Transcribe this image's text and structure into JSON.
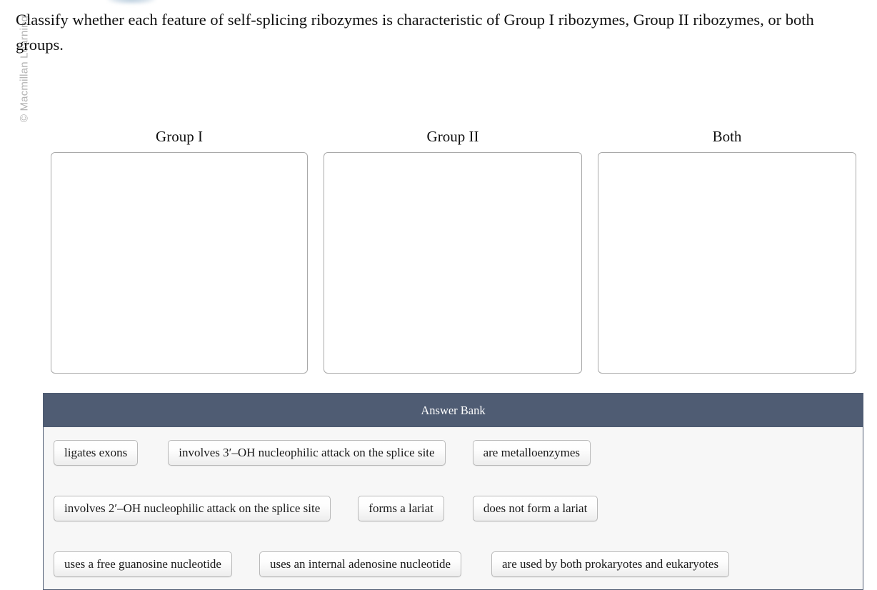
{
  "watermark": {
    "text": "© Macmillan Learning"
  },
  "prompt": {
    "text": "Classify whether each feature of self-splicing ribozymes is characteristic of Group I ribozymes, Group II ribozymes, or both groups."
  },
  "zones": {
    "columns": [
      {
        "label": "Group I",
        "items": []
      },
      {
        "label": "Group II",
        "items": []
      },
      {
        "label": "Both",
        "items": []
      }
    ]
  },
  "answer_bank": {
    "title": "Answer Bank",
    "rows": [
      [
        "ligates exons",
        "involves 3′–OH nucleophilic attack on the splice site",
        "are metalloenzymes"
      ],
      [
        "involves 2′–OH nucleophilic attack on the splice site",
        "forms a lariat",
        "does not form a lariat"
      ],
      [
        "uses a free guanosine nucleotide",
        "uses an internal adenosine nucleotide",
        "are used by both prokaryotes and eukaryotes"
      ]
    ]
  },
  "colors": {
    "header_bg": "#4f5c73",
    "panel_bg": "#f7f7f7",
    "zone_border": "#a9a9a9",
    "chip_border": "#b9b9b9",
    "watermark": "#b3b3b3"
  }
}
